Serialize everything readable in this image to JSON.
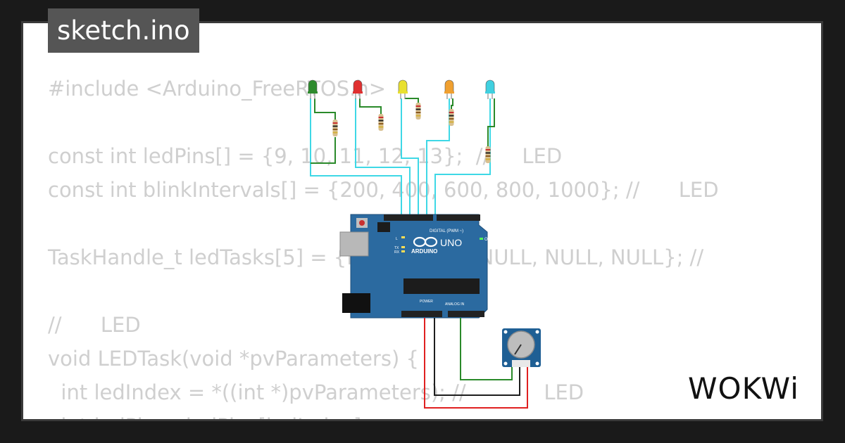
{
  "title": "sketch.ino",
  "logo": {
    "text": "WOKWi"
  },
  "code_lines": [
    "#include <Arduino_FreeRTOS.h>",
    "",
    "const int ledPins[] = {9, 10, 11, 12, 13};  //     LED",
    "const int blinkIntervals[] = {200, 400, 600, 800, 1000}; //      LED",
    "",
    "TaskHandle_t ledTasks[5] = {NULL, NULL, NULL, NULL, NULL}; //",
    "",
    "//      LED",
    "void LEDTask(void *pvParameters) {",
    "  int ledIndex = *((int *)pvParameters); //            LED",
    "  int ledPin = ledPins[ledIndex];"
  ],
  "board": {
    "name": "UNO",
    "brand": "ARDUINO",
    "digital_label": "DIGITAL (PWM ~)",
    "analog_label": "ANALOG IN",
    "power_label": "POWER",
    "on_label": "ON",
    "tx_label": "TX",
    "rx_label": "RX",
    "l_label": "L"
  },
  "leds": [
    {
      "color": "#2e8b2e",
      "name": "green"
    },
    {
      "color": "#e03030",
      "name": "red"
    },
    {
      "color": "#e8e030",
      "name": "yellow"
    },
    {
      "color": "#f0a030",
      "name": "orange"
    },
    {
      "color": "#40d0e0",
      "name": "cyan"
    }
  ],
  "colors": {
    "wire_signal": "#3ed8e6",
    "wire_ground": "#1e1e1e",
    "wire_power": "#e02020",
    "wire_analog": "#2a8a2a",
    "board": "#2b6aa0",
    "pot": "#1f5f94"
  }
}
